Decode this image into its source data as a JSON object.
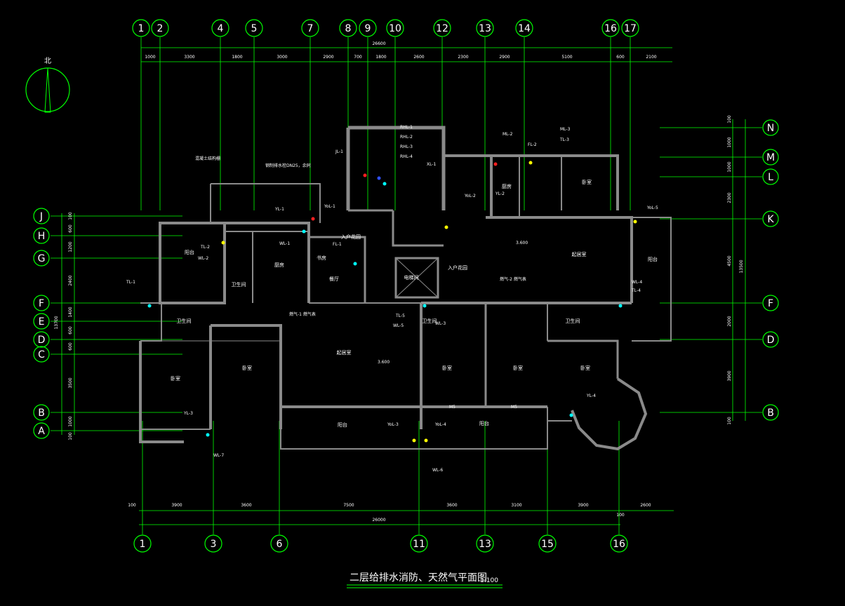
{
  "drawing": {
    "title": "二层给排水消防、天然气平面图",
    "scale": "1:100",
    "north_label": "北"
  },
  "colors": {
    "background": "#000000",
    "grid": "#00ff00",
    "wall": "#8a8a8a",
    "text": "#ffffff",
    "water": "#00ffff",
    "drain": "#ffff00",
    "fire": "#ff2020",
    "gas": "#3050ff"
  },
  "axes": {
    "top": [
      "1",
      "2",
      "4",
      "5",
      "7",
      "8",
      "9",
      "10",
      "12",
      "13",
      "14",
      "16",
      "17"
    ],
    "bottom": [
      "1",
      "3",
      "6",
      "11",
      "13",
      "15",
      "16"
    ],
    "left": [
      "J",
      "H",
      "G",
      "F",
      "E",
      "D",
      "C",
      "B",
      "A"
    ],
    "right": [
      "N",
      "M",
      "L",
      "K",
      "F",
      "D",
      "B"
    ]
  },
  "dimensions": {
    "top_total": "26600",
    "top": [
      "1000",
      "3300",
      "1800",
      "3000",
      "2900",
      "700",
      "1800",
      "2600",
      "2300",
      "2900",
      "5100",
      "600",
      "2100"
    ],
    "bottom_total": "26000",
    "bottom": [
      "100",
      "3900",
      "3600",
      "7500",
      "3600",
      "3100",
      "3900",
      "2600"
    ],
    "bottom_extra": "100",
    "left_total": "13700",
    "left": [
      "100",
      "600",
      "1200",
      "2400",
      "1400",
      "600",
      "600",
      "3500",
      "1000",
      "100"
    ],
    "right_total": "13500",
    "right": [
      "100",
      "1000",
      "1000",
      "2300",
      "4500",
      "2000",
      "3900",
      "100"
    ]
  },
  "rooms": [
    {
      "label": "卧室"
    },
    {
      "label": "卧室"
    },
    {
      "label": "起居室"
    },
    {
      "label": "卧室"
    },
    {
      "label": "卧室"
    },
    {
      "label": "卧室"
    },
    {
      "label": "阳台"
    },
    {
      "label": "阳台"
    },
    {
      "label": "阳台"
    },
    {
      "label": "厨房"
    },
    {
      "label": "厨房"
    },
    {
      "label": "餐厅"
    },
    {
      "label": "卫生间"
    },
    {
      "label": "卫生间"
    },
    {
      "label": "卫生间"
    },
    {
      "label": "卫生间"
    },
    {
      "label": "起居室"
    },
    {
      "label": "入户花园"
    },
    {
      "label": "入户花园"
    },
    {
      "label": "电梯间"
    },
    {
      "label": "卧室"
    },
    {
      "label": "阳台"
    },
    {
      "label": "书房"
    }
  ],
  "elevations": [
    "3.600",
    "3.600"
  ],
  "pipe_labels": [
    "YL-1",
    "WL-1",
    "TL-1",
    "TL-2",
    "WL-2",
    "YL-2",
    "YL-3",
    "YL-4",
    "YoL-1",
    "YoL-2",
    "YoL-3",
    "YoL-4",
    "YoL-5",
    "WL-3",
    "WL-4",
    "WL-5",
    "WL-6",
    "WL-7",
    "TL-3",
    "TL-4",
    "TL-5",
    "FL-1",
    "FL-2",
    "ML-2",
    "ML-3",
    "XL-1",
    "JL-1",
    "RHL-1",
    "RHL-2",
    "RHL-3",
    "RHL-4"
  ],
  "notes": [
    "钢制排水栓DN25，余同",
    "混凝土结构栅",
    "燃气-1  燃气表",
    "燃气-2  燃气表"
  ],
  "labels": {
    "elevator": "电梯",
    "door_label_1": "M5",
    "door_label_2": "M5"
  }
}
